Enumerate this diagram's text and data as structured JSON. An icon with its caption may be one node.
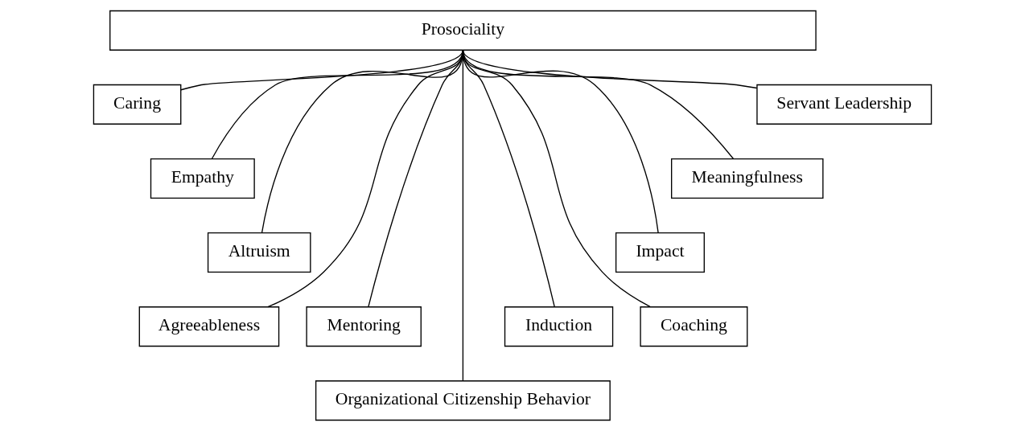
{
  "diagram": {
    "nodes": [
      {
        "text": [
          "Prosociality"
        ]
      },
      {
        "text": [
          "Caring"
        ]
      },
      {
        "text": [
          "Servant Leadership"
        ]
      },
      {
        "text": [
          "Empathy"
        ]
      },
      {
        "text": [
          "Meaningfulness"
        ]
      },
      {
        "text": [
          "Altruism"
        ]
      },
      {
        "text": [
          "Impact"
        ]
      },
      {
        "text": [
          "Mentoring"
        ]
      },
      {
        "text": [
          "Induction"
        ]
      },
      {
        "text": [
          "Agreeableness"
        ]
      },
      {
        "text": [
          "Coaching"
        ]
      },
      {
        "text": [
          "Organizational Citizenship Behavior"
        ]
      }
    ],
    "edges": [
      {
        "from": 0,
        "to": 1,
        "arrow": "none"
      },
      {
        "from": 0,
        "to": 3,
        "arrow": "none"
      },
      {
        "from": 0,
        "to": 5,
        "arrow": "none"
      },
      {
        "from": 0,
        "to": 9,
        "arrow": "none"
      },
      {
        "from": 0,
        "to": 7,
        "arrow": "none"
      },
      {
        "from": 0,
        "to": 11,
        "arrow": "none"
      },
      {
        "from": 0,
        "to": 8,
        "arrow": "none"
      },
      {
        "from": 0,
        "to": 10,
        "arrow": "none"
      },
      {
        "from": 0,
        "to": 6,
        "arrow": "none"
      },
      {
        "from": 0,
        "to": 4,
        "arrow": "none"
      },
      {
        "from": 0,
        "to": 2,
        "arrow": "none"
      }
    ]
  }
}
